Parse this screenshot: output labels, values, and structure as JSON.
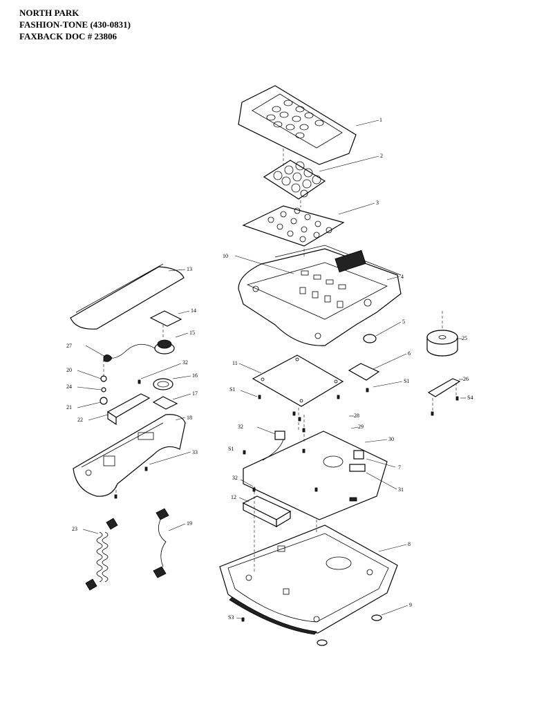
{
  "header": {
    "line1": "NORTH PARK",
    "line2": "FASHION-TONE  (430-0831)",
    "line3": "FAXBACK DOC # 23806"
  },
  "callouts": {
    "c1": "1",
    "c2": "2",
    "c3": "3",
    "c4": "4",
    "c5": "5",
    "c6": "6",
    "c7": "7",
    "c8": "8",
    "c9": "9",
    "c10": "10",
    "c11": "11",
    "c12": "12",
    "c13": "13",
    "c14": "14",
    "c15": "15",
    "c16": "16",
    "c17": "17",
    "c18": "18",
    "c19": "19",
    "c20": "20",
    "c21": "21",
    "c22": "22",
    "c23": "23",
    "c24": "24",
    "c25": "25",
    "c26": "26",
    "c27": "27",
    "c28": "28",
    "c29": "29",
    "c30": "30",
    "c31": "31",
    "c32": "32",
    "c32b": "32",
    "c32c": "32",
    "c33": "33",
    "s1a": "S1",
    "s1b": "S1",
    "s1c": "S1",
    "s3": "S3",
    "s4": "S4"
  },
  "colors": {
    "ink": "#000000",
    "paper": "#ffffff"
  }
}
